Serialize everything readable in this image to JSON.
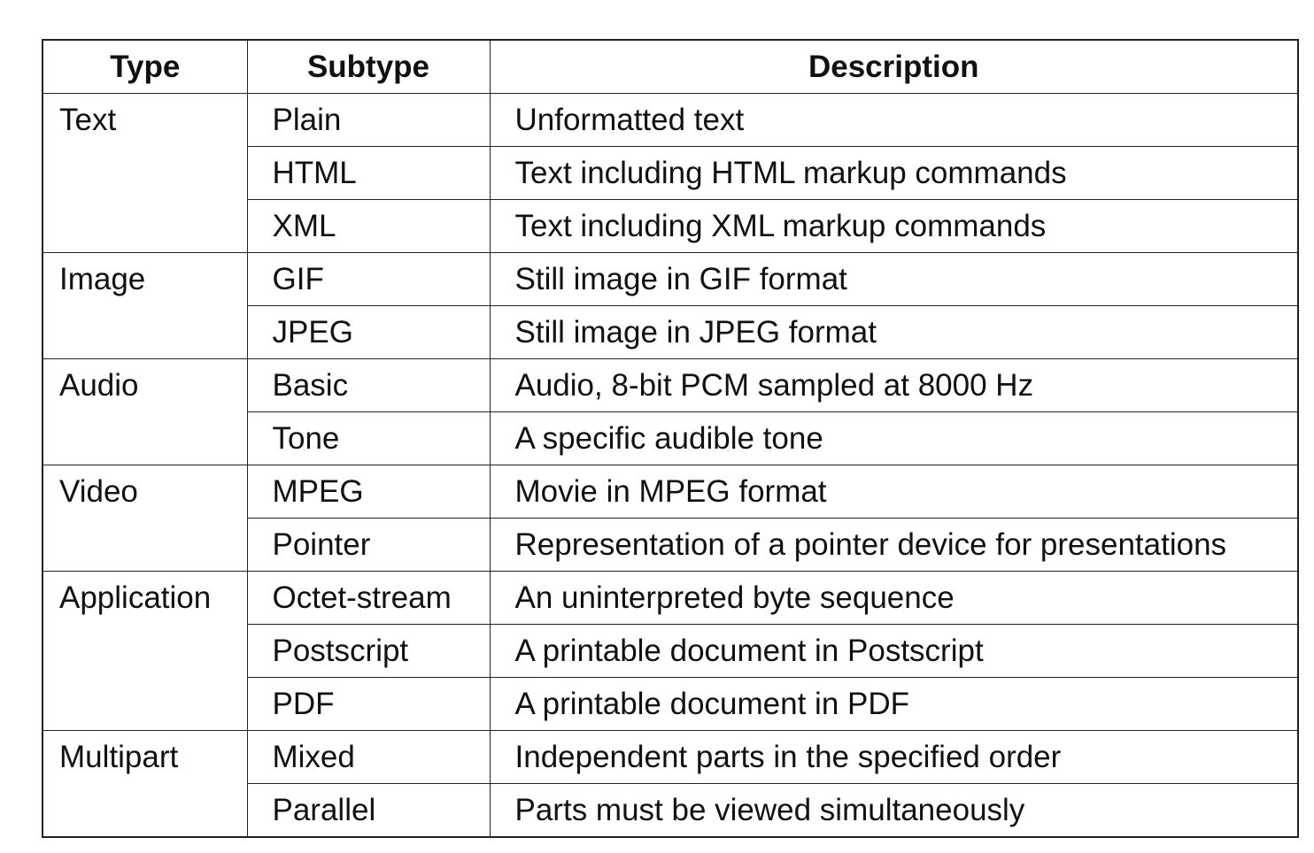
{
  "table": {
    "headers": {
      "type": "Type",
      "subtype": "Subtype",
      "description": "Description"
    },
    "groups": [
      {
        "type": "Text",
        "rows": [
          {
            "subtype": "Plain",
            "description": "Unformatted text"
          },
          {
            "subtype": "HTML",
            "description": "Text including HTML markup commands"
          },
          {
            "subtype": "XML",
            "description": "Text including XML markup commands"
          }
        ]
      },
      {
        "type": "Image",
        "rows": [
          {
            "subtype": "GIF",
            "description": "Still image in GIF format"
          },
          {
            "subtype": "JPEG",
            "description": "Still image in JPEG format"
          }
        ]
      },
      {
        "type": "Audio",
        "rows": [
          {
            "subtype": "Basic",
            "description": "Audio, 8-bit PCM sampled at 8000 Hz"
          },
          {
            "subtype": "Tone",
            "description": "A specific audible tone"
          }
        ]
      },
      {
        "type": "Video",
        "rows": [
          {
            "subtype": "MPEG",
            "description": "Movie in MPEG format"
          },
          {
            "subtype": "Pointer",
            "description": "Representation of a pointer device for presentations"
          }
        ]
      },
      {
        "type": "Application",
        "rows": [
          {
            "subtype": "Octet-stream",
            "description": "An uninterpreted byte sequence"
          },
          {
            "subtype": "Postscript",
            "description": "A printable document in Postscript"
          },
          {
            "subtype": "PDF",
            "description": "A printable document in PDF"
          }
        ]
      },
      {
        "type": "Multipart",
        "rows": [
          {
            "subtype": "Mixed",
            "description": "Independent parts in the specified order"
          },
          {
            "subtype": "Parallel",
            "description": "Parts must be viewed simultaneously"
          }
        ]
      }
    ]
  }
}
